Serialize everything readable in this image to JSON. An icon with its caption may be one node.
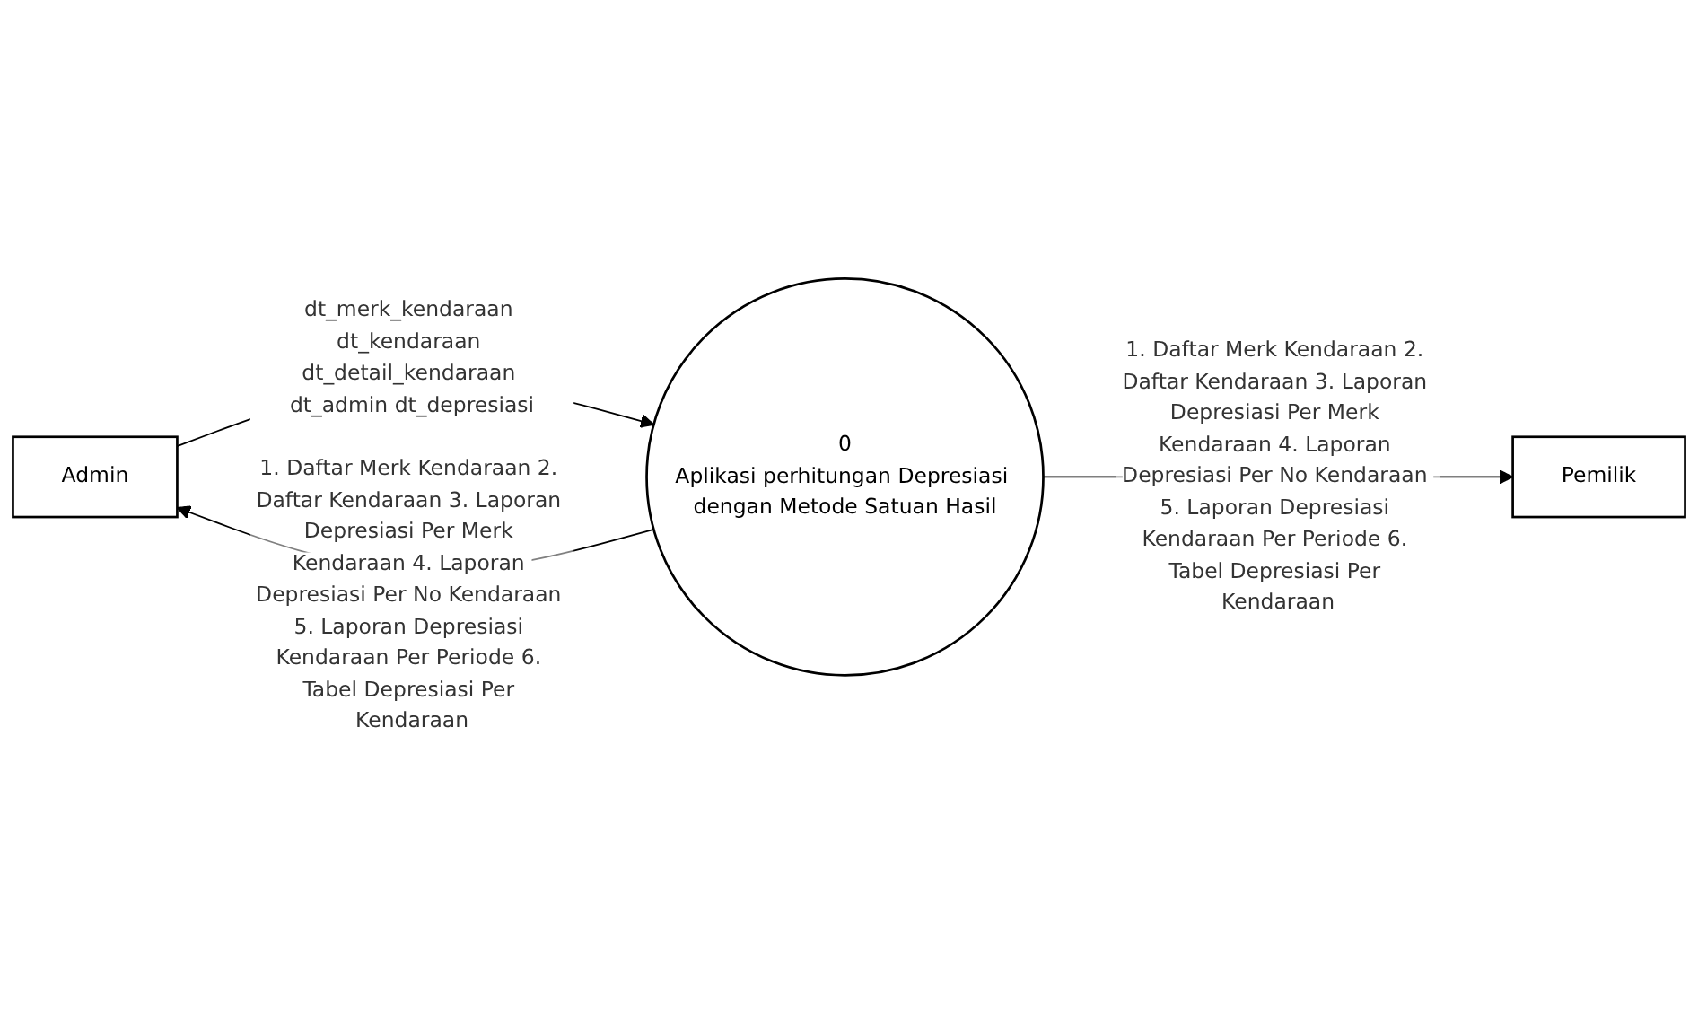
{
  "diagram": {
    "nodes": [
      {
        "text": [
          "Admin"
        ]
      },
      {
        "text": [
          "0",
          "Aplikasi perhitungan Depresiasi dengan Metode Satuan Hasil"
        ]
      },
      {
        "text": [
          "Pemilik"
        ]
      }
    ],
    "edges": [
      {
        "from": 0,
        "to": 1,
        "arrow": "to",
        "label": "dt_merk_kendaraan dt_kendaraan dt_detail_kendaraan dt_admin dt_depresiasi"
      },
      {
        "from": 1,
        "to": 0,
        "arrow": "to",
        "label": "1. Daftar Merk Kendaraan 2. Daftar Kendaraan 3. Laporan Depresiasi Per Merk Kendaraan 4. Laporan Depresiasi Per No Kendaraan 5. Laporan Depresiasi Kendaraan Per Periode 6. Tabel Depresiasi Per Kendaraan"
      },
      {
        "from": 1,
        "to": 2,
        "arrow": "to",
        "label": "1. Daftar Merk Kendaraan 2. Daftar Kendaraan 3. Laporan Depresiasi Per Merk Kendaraan 4. Laporan Depresiasi Per No Kendaraan 5. Laporan Depresiasi Kendaraan Per Periode 6. Tabel Depresiasi Per Kendaraan"
      }
    ]
  }
}
